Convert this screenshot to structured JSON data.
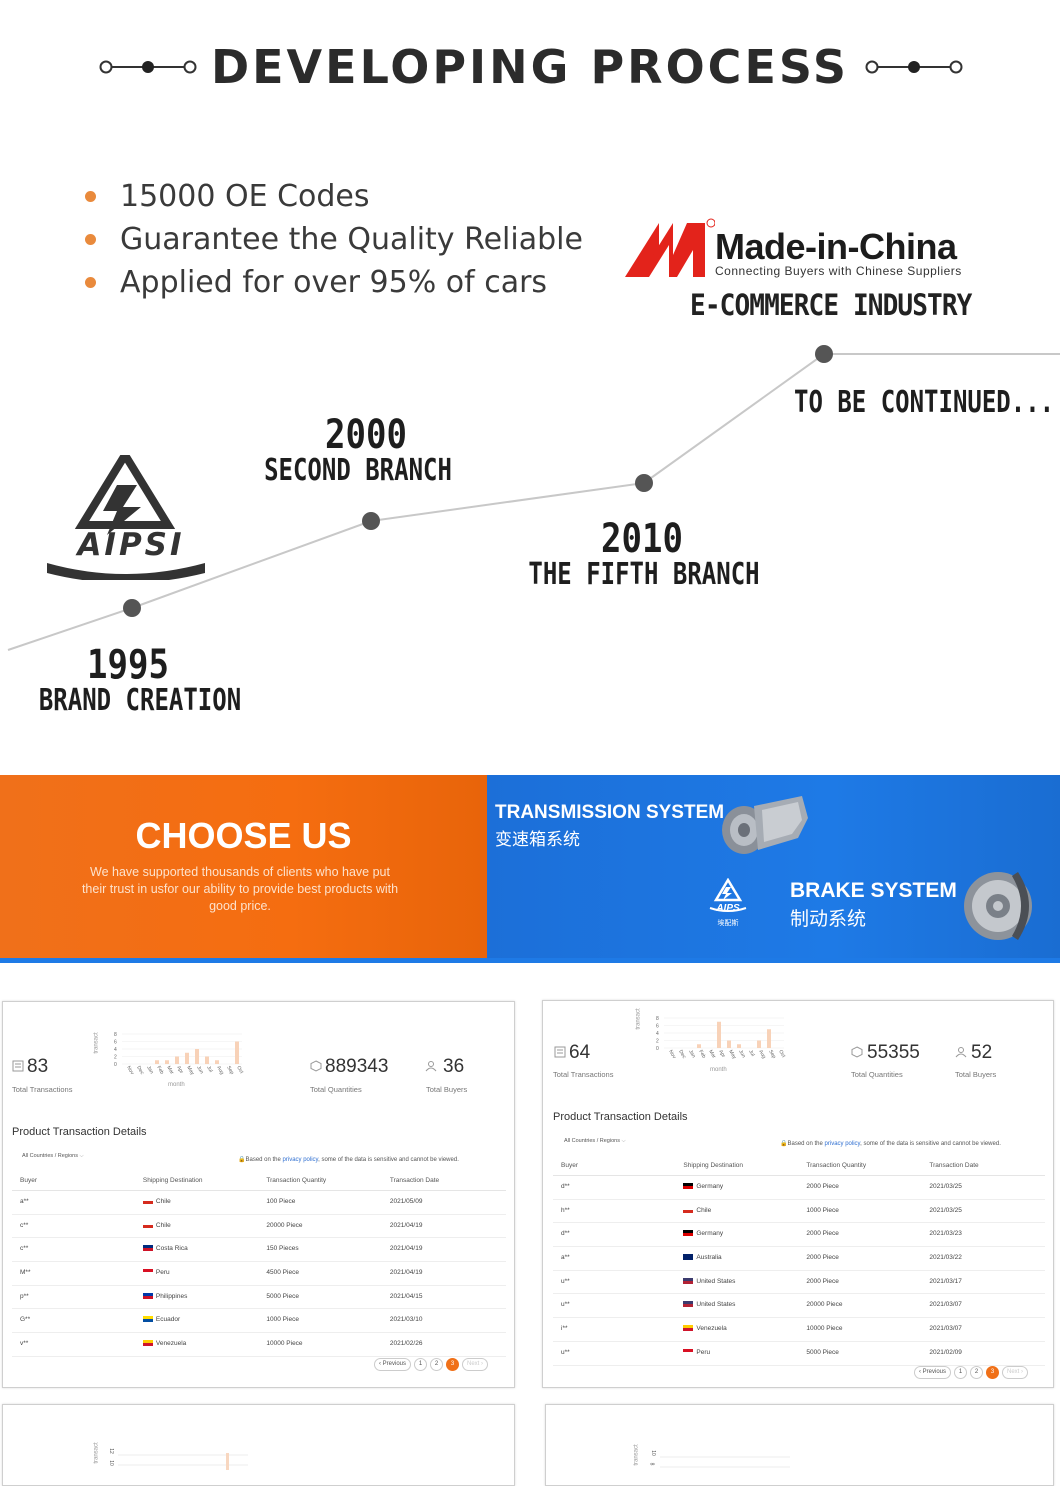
{
  "header": {
    "title": "DEVELOPING PROCESS"
  },
  "highlights": [
    "15000 OE Codes",
    "Guarantee the Quality Reliable",
    "Applied for over 95% of cars"
  ],
  "partner": {
    "name": "Made-in-China",
    "tagline": "Connecting  Buyers  with  Chinese  Suppliers",
    "industry": "E-COMMERCE INDUSTRY"
  },
  "brand_logo_text": "AIPSI",
  "timeline": [
    {
      "year": "1995",
      "label": "BRAND CREATION"
    },
    {
      "year": "2000",
      "label": "SECOND BRANCH"
    },
    {
      "year": "2010",
      "label": "THE FIFTH BRANCH"
    },
    {
      "year": "",
      "label": "TO BE CONTINUED..."
    }
  ],
  "banner": {
    "choose_title": "CHOOSE US",
    "choose_text": "We have supported thousands of clients who have put their trust in usfor our ability to provide best products with good price.",
    "transmission_en": "TRANSMISSION SYSTEM",
    "transmission_cn": "变速箱系统",
    "brake_en": "BRAKE SYSTEM",
    "brake_cn": "制动系统",
    "logo_small": "AIPS",
    "logo_small_cn": "埃配斯"
  },
  "colors": {
    "accent_orange": "#f07018",
    "accent_blue": "#1e7ae6",
    "bullet_orange": "#e98a3c"
  },
  "cards": [
    {
      "total_transactions": "83",
      "total_transactions_label": "Total Transactions",
      "total_quantities": "889343",
      "total_quantities_label": "Total Quantities",
      "total_buyers": "36",
      "total_buyers_label": "Total Buyers",
      "chart_ylabel": "transact",
      "chart_xlabel": "month",
      "section_title": "Product Transaction Details",
      "filter": "All Countries / Regions",
      "privacy_prefix": "Based on the",
      "privacy_link": "privacy policy",
      "privacy_suffix": ", some of the data is sensitive and cannot be viewed.",
      "columns": [
        "Buyer",
        "Shipping Destination",
        "Transaction Quantity",
        "Transaction Date"
      ],
      "rows": [
        {
          "buyer": "a**",
          "dest": "Chile",
          "qty": "100 Piece",
          "date": "2021/05/09",
          "flag": [
            "#fff",
            "#d52b1e"
          ]
        },
        {
          "buyer": "c**",
          "dest": "Chile",
          "qty": "20000 Piece",
          "date": "2021/04/19",
          "flag": [
            "#fff",
            "#d52b1e"
          ]
        },
        {
          "buyer": "c**",
          "dest": "Costa Rica",
          "qty": "150 Pieces",
          "date": "2021/04/19",
          "flag": [
            "#002b7f",
            "#ce1126"
          ]
        },
        {
          "buyer": "M**",
          "dest": "Peru",
          "qty": "4500 Piece",
          "date": "2021/04/19",
          "flag": [
            "#d91023",
            "#fff"
          ]
        },
        {
          "buyer": "p**",
          "dest": "Philippines",
          "qty": "5000 Piece",
          "date": "2021/04/15",
          "flag": [
            "#0038a8",
            "#ce1126"
          ]
        },
        {
          "buyer": "G**",
          "dest": "Ecuador",
          "qty": "1000 Piece",
          "date": "2021/03/10",
          "flag": [
            "#ffdd00",
            "#034ea2"
          ]
        },
        {
          "buyer": "v**",
          "dest": "Venezuela",
          "qty": "10000 Piece",
          "date": "2021/02/26",
          "flag": [
            "#ffcc00",
            "#cf142b"
          ]
        }
      ],
      "pager": {
        "prev": "Previous",
        "pages": [
          "1",
          "2",
          "3"
        ],
        "current": "3",
        "next": "Next"
      },
      "chart_data": {
        "type": "bar",
        "categories": [
          "Nov",
          "Dec",
          "Jan",
          "Feb",
          "Mar",
          "Apr",
          "May",
          "Jun",
          "Jul",
          "Aug",
          "Sep",
          "Oct"
        ],
        "values": [
          0,
          0,
          0,
          1,
          1,
          2,
          3,
          4,
          2,
          1,
          0,
          6
        ],
        "ylim": [
          0,
          8
        ],
        "yticks": [
          "8",
          "6",
          "4",
          "2",
          "0"
        ]
      }
    },
    {
      "total_transactions": "64",
      "total_transactions_label": "Total Transactions",
      "total_quantities": "55355",
      "total_quantities_label": "Total Quantities",
      "total_buyers": "52",
      "total_buyers_label": "Total Buyers",
      "chart_ylabel": "transact",
      "chart_xlabel": "month",
      "section_title": "Product Transaction Details",
      "filter": "All Countries / Regions",
      "privacy_prefix": "Based on the",
      "privacy_link": "privacy policy",
      "privacy_suffix": ", some of the data is sensitive and cannot be viewed.",
      "columns": [
        "Buyer",
        "Shipping Destination",
        "Transaction Quantity",
        "Transaction Date"
      ],
      "rows": [
        {
          "buyer": "d**",
          "dest": "Germany",
          "qty": "2000 Piece",
          "date": "2021/03/25",
          "flag": [
            "#000",
            "#dd0000"
          ]
        },
        {
          "buyer": "h**",
          "dest": "Chile",
          "qty": "1000 Piece",
          "date": "2021/03/25",
          "flag": [
            "#fff",
            "#d52b1e"
          ]
        },
        {
          "buyer": "d**",
          "dest": "Germany",
          "qty": "2000 Piece",
          "date": "2021/03/23",
          "flag": [
            "#000",
            "#dd0000"
          ]
        },
        {
          "buyer": "a**",
          "dest": "Australia",
          "qty": "2000 Piece",
          "date": "2021/03/22",
          "flag": [
            "#012169",
            "#012169"
          ]
        },
        {
          "buyer": "u**",
          "dest": "United States",
          "qty": "2000 Piece",
          "date": "2021/03/17",
          "flag": [
            "#3c3b6e",
            "#b22234"
          ]
        },
        {
          "buyer": "u**",
          "dest": "United States",
          "qty": "20000 Piece",
          "date": "2021/03/07",
          "flag": [
            "#3c3b6e",
            "#b22234"
          ]
        },
        {
          "buyer": "i**",
          "dest": "Venezuela",
          "qty": "10000 Piece",
          "date": "2021/03/07",
          "flag": [
            "#ffcc00",
            "#cf142b"
          ]
        },
        {
          "buyer": "u**",
          "dest": "Peru",
          "qty": "5000 Piece",
          "date": "2021/02/09",
          "flag": [
            "#d91023",
            "#fff"
          ]
        }
      ],
      "pager": {
        "prev": "Previous",
        "pages": [
          "1",
          "2",
          "3"
        ],
        "current": "3",
        "next": "Next"
      },
      "chart_data": {
        "type": "bar",
        "categories": [
          "Nov",
          "Dec",
          "Jan",
          "Feb",
          "Mar",
          "Apr",
          "May",
          "Jun",
          "Jul",
          "Aug",
          "Sep",
          "Oct"
        ],
        "values": [
          0,
          0,
          0,
          1,
          0,
          7,
          2,
          1,
          0,
          2,
          5,
          0
        ],
        "ylim": [
          0,
          8
        ],
        "yticks": [
          "8",
          "6",
          "4",
          "2",
          "0"
        ]
      }
    }
  ],
  "card_peek": {
    "chart_ylabel": "transact",
    "yticks_left": [
      "12",
      "10"
    ],
    "yticks_right": [
      "10",
      "8"
    ]
  }
}
